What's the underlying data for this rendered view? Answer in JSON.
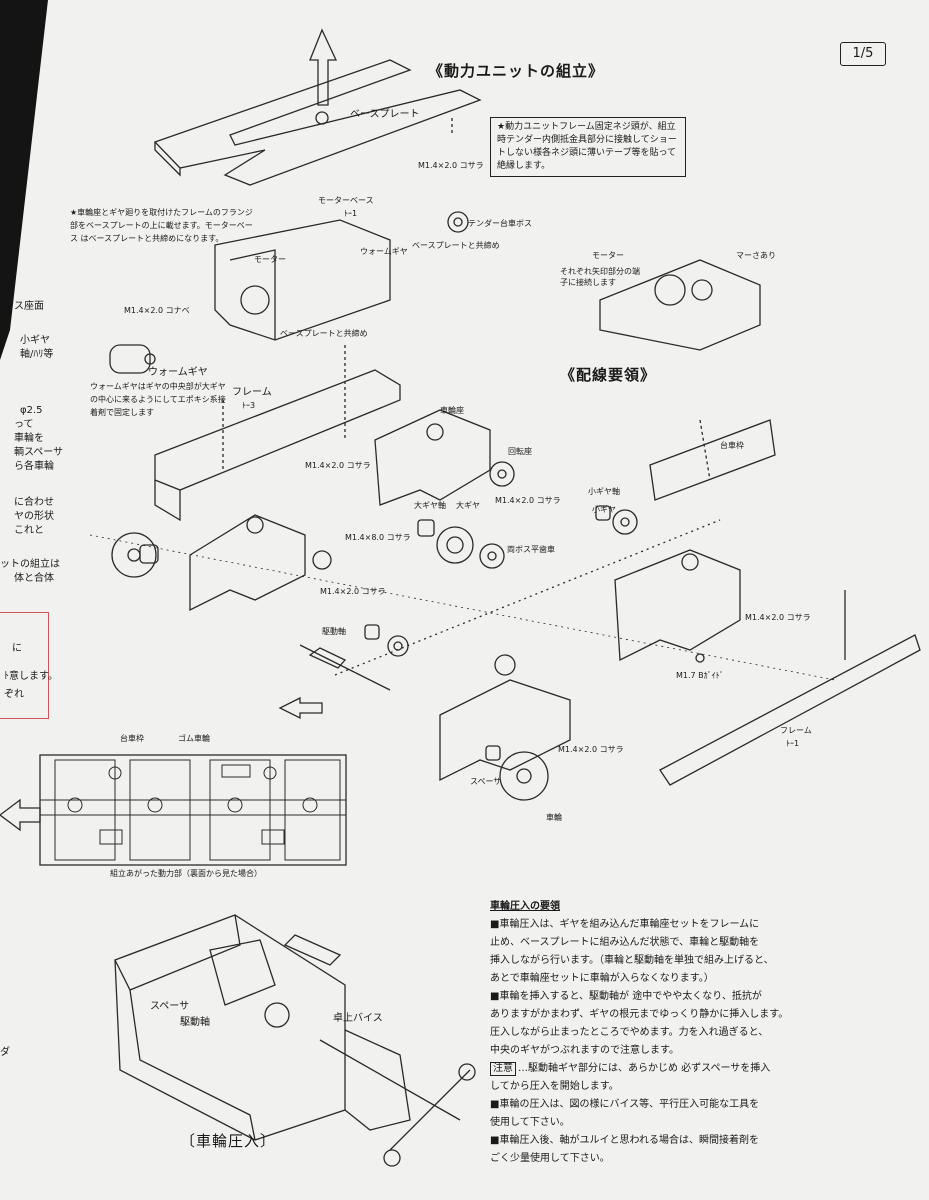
{
  "page": {
    "number": "1/5"
  },
  "headings": {
    "power_unit": "《動力ユニットの組立》",
    "wiring": "《配線要領》",
    "wheel_press": "〔車輪圧入〕"
  },
  "notes": {
    "frame_screw_note": "★動力ユニットフレーム固定ネジ頭が、組立時テンダー内側抵金具部分に接触してショートしない様各ネジ頭に薄いテープ等を貼って絶縁します。",
    "flange_note": "★車輪座とギヤ廻りを取付けたフレームのフランジ部をベースプレートの上に載せます。モーターベース はベースプレートと共締めになります。",
    "worm_note": "ウォームギヤはギヤの中央部が大ギヤの中心に来るようにしてエポキシ系接着剤で固定します",
    "wiring_note": "それぞれ矢印部分の端子に接続します"
  },
  "labels": {
    "base_plate": "ベースプレート",
    "screw_m14x20": "M1.4×2.0 コサラ",
    "screw_m14x20_nabe": "M1.4×2.0 コナベ",
    "screw_m14x80": "M1.4×8.0 コサラ",
    "screw_m17": "M1.7 Bｶﾞｲﾄﾞ",
    "motor_base": "モーターベース",
    "motor_base_part": "ﾄｰ1",
    "tender_boss": "テンダー台車ボス",
    "base_plate_joint": "ベースプレートと共締め",
    "worm_gear": "ウォームギヤ",
    "motor": "モーター",
    "frame": "フレーム",
    "frame_b3": "ﾄｰ3",
    "frame_t1": "ﾄｰ1",
    "wheel_seat": "車輪座",
    "spacer_seat": "回転座",
    "big_gear_shaft": "大ギヤ軸",
    "big_gear": "大ギヤ",
    "small_gear_shaft": "小ギヤ軸",
    "small_gear": "小ギヤ",
    "double_gear": "両ボス平歯車",
    "drive_shaft": "駆動軸",
    "spacer": "スペーサ",
    "wheel": "車輪",
    "bogie_frame": "台車枠",
    "rubber_wheel": "ゴム車輪",
    "motor_around": "マーさあり",
    "view_caption": "組立あがった動力部（裏面から見た場合）",
    "vise_spacer": "スペーサ",
    "vise_drive_shaft": "駆動軸",
    "desk_vise": "卓上バイス"
  },
  "procedure": {
    "heading": "車輪圧入の要領",
    "lines": [
      "■車輪圧入は、ギヤを組み込んだ車輪座セットをフレームに",
      "止め、ベースプレートに組み込んだ状態で、車輪と駆動軸を",
      "挿入しながら行います。（車輪と駆動軸を単独で組み上げると、",
      "あとで車輪座セットに車輪が入らなくなります。）",
      "■車輪を挿入すると、駆動軸が 途中でやや太くなり、抵抗が",
      "ありますがかまわず、ギヤの根元までゆっくり静かに挿入します。",
      "圧入しながら止まったところでやめます。力を入れ過ぎると、",
      "中央のギヤがつぶれますので注意します。",
      "…駆動軸ギヤ部分には、あらかじめ 必ずスペーサを挿入",
      "してから圧入を開始します。",
      "■車輪の圧入は、図の様にバイス等、平行圧入可能な工具を",
      "使用して下さい。",
      "■車輪圧入後、軸がユルイと思われる場合は、瞬間接着剤を",
      "ごく少量使用して下さい。"
    ],
    "caution": "注意"
  },
  "margin_fragments": [
    "ス座面",
    "小ギヤ",
    "軸/ﾊﾘ等",
    "φ2.5",
    "って",
    "車輪を",
    "輌スペーサ",
    "ら各車輪",
    "に合わせ",
    "ヤの形状",
    "これと",
    "ットの組立は",
    "体と合体",
    "に",
    "ﾄ意します。",
    "ぞれ",
    "ダ"
  ]
}
